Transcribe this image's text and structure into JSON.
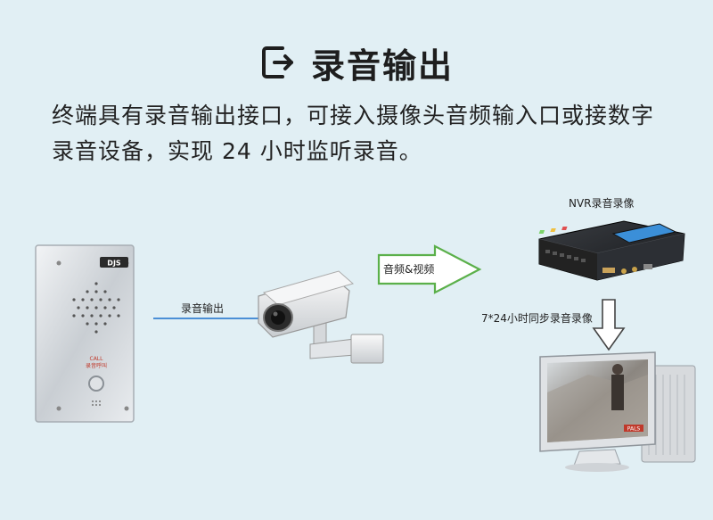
{
  "header": {
    "icon": "exit-icon",
    "title": "录音输出"
  },
  "description": {
    "line1": "终端具有录音输出接口，可接入摄像头音频输入口或接数字",
    "line2": "录音设备，实现 24 小时监听录音。"
  },
  "intercom": {
    "brand": "DJS",
    "call_text": "CALL",
    "sub_text": "录音呼叫"
  },
  "labels": {
    "record_output": "录音输出",
    "audio_video": "音频&视频",
    "nvr": "NVR录音录像",
    "sync": "7*24小时同步录音录像"
  },
  "monitor": {
    "badge": "PALS"
  },
  "colors": {
    "background": "#e1eff4",
    "arrow_green": "#5bb04a",
    "line_blue": "#4b8fd6"
  }
}
